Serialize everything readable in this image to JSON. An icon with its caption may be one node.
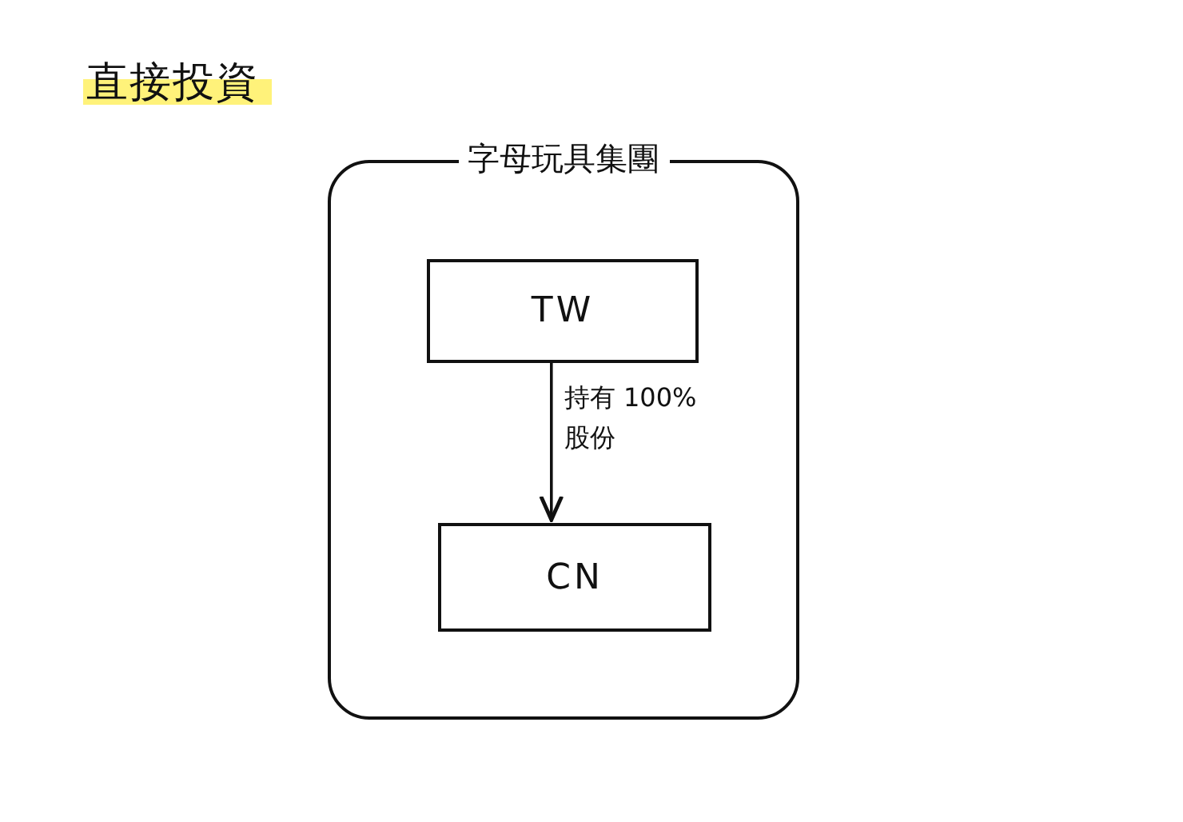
{
  "diagram": {
    "title": "直接投資",
    "nodes": [
      {
        "text": [
          "字母玩具集團"
        ]
      },
      {
        "text": [
          "TW"
        ],
        "in": 0
      },
      {
        "text": [
          "CN"
        ],
        "in": 0
      }
    ],
    "edges": [
      {
        "from": 1,
        "to": 2,
        "arrow": "to",
        "label": "持有 100% 股份"
      }
    ]
  }
}
